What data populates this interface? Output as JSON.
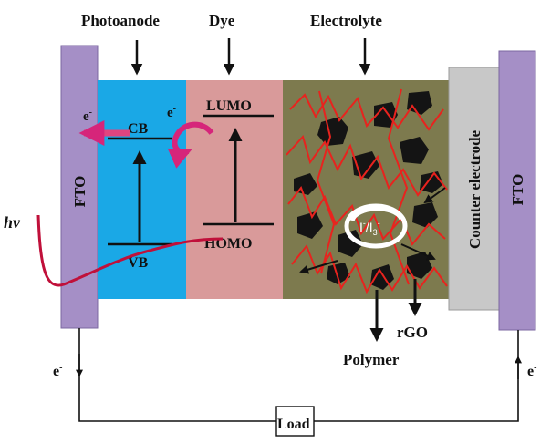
{
  "labels": {
    "photoanode": "Photoanode",
    "dye": "Dye",
    "electrolyte": "Electrolyte",
    "fto_left": "FTO",
    "fto_right": "FTO",
    "counter_electrode": "Counter electrode",
    "cb": "CB",
    "vb": "VB",
    "lumo": "LUMO",
    "homo": "HOMO",
    "hv": "hv",
    "electron_left": "e",
    "electron_dye": "e",
    "electron_sup": "-",
    "redox_main": "I",
    "redox_minus": "-",
    "redox_slash": "/I",
    "redox_sub": "3",
    "rgo": "rGO",
    "polymer": "Polymer",
    "load": "Load",
    "circuit_e_left": "e",
    "circuit_e_right": "e",
    "circuit_minus": "-"
  },
  "colors": {
    "fto": "#a58fc6",
    "photoanode": "#1aa8e6",
    "dye": "#d99a9a",
    "electrolyte": "#7d7a4e",
    "counter_electrode": "#c8c8c8",
    "polymer_line": "#e8231e",
    "rgo_flake": "#141414",
    "arrow_magenta": "#d6257a",
    "photon_wave": "#c0103a",
    "wire": "#111111"
  }
}
